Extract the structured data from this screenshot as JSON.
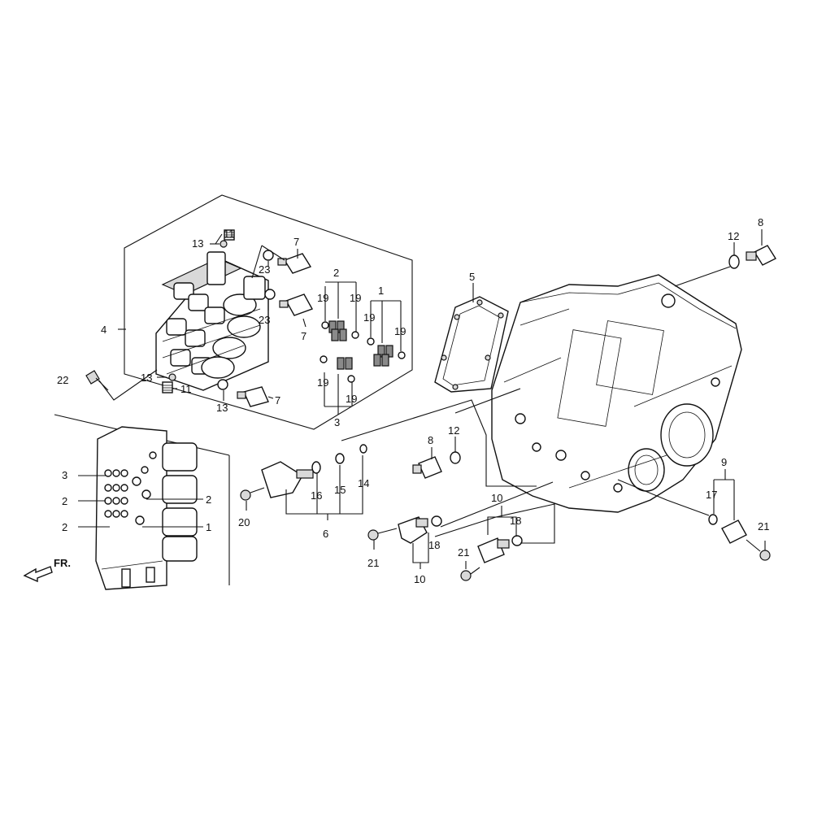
{
  "callouts": {
    "c1a": "1",
    "c1b": "1",
    "c2a": "2",
    "c2b": "2",
    "c2c": "2",
    "c2d": "2",
    "c3a": "3",
    "c3b": "3",
    "c4": "4",
    "c5": "5",
    "c6": "6",
    "c7a": "7",
    "c7b": "7",
    "c7c": "7",
    "c8a": "8",
    "c8b": "8",
    "c9": "9",
    "c10a": "10",
    "c10b": "10",
    "c11a": "11",
    "c11b": "11",
    "c12a": "12",
    "c12b": "12",
    "c13a": "13",
    "c13b": "13",
    "c13c": "13",
    "c14": "14",
    "c15": "15",
    "c16": "16",
    "c17": "17",
    "c18a": "18",
    "c18b": "18",
    "c19a": "19",
    "c19b": "19",
    "c19c": "19",
    "c19d": "19",
    "c19e": "19",
    "c19f": "19",
    "c20": "20",
    "c21a": "21",
    "c21b": "21",
    "c21c": "21",
    "c22": "22",
    "c23a": "23",
    "c23b": "23"
  },
  "direction": {
    "label": "FR."
  }
}
